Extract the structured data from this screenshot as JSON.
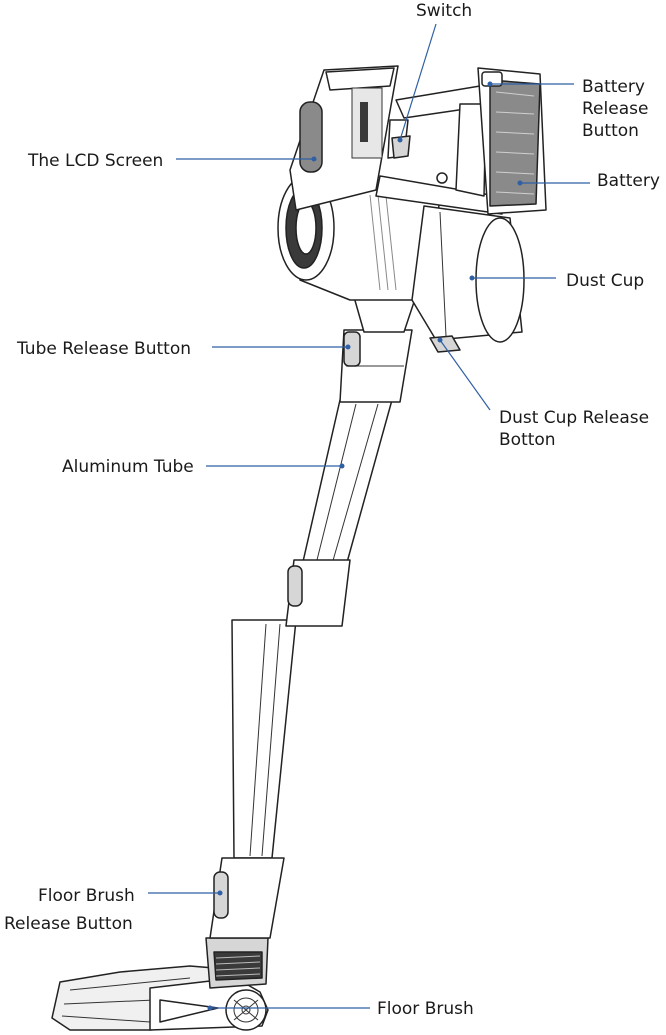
{
  "labels": {
    "switch": "Switch",
    "battery_release": [
      "Battery",
      "Release",
      "Button"
    ],
    "battery": "Battery",
    "lcd_screen": "The LCD Screen",
    "dust_cup": "Dust Cup",
    "tube_release": "Tube Release Button",
    "dust_cup_release": [
      "Dust Cup Release",
      "Botton"
    ],
    "aluminum_tube": "Aluminum Tube",
    "floor_brush_release": [
      "Floor Brush",
      "Release Button"
    ],
    "floor_brush": "Floor Brush"
  },
  "colors": {
    "leader_line": "#2f5fa5",
    "outline": "#222222",
    "label_text": "#1a1a1a"
  }
}
